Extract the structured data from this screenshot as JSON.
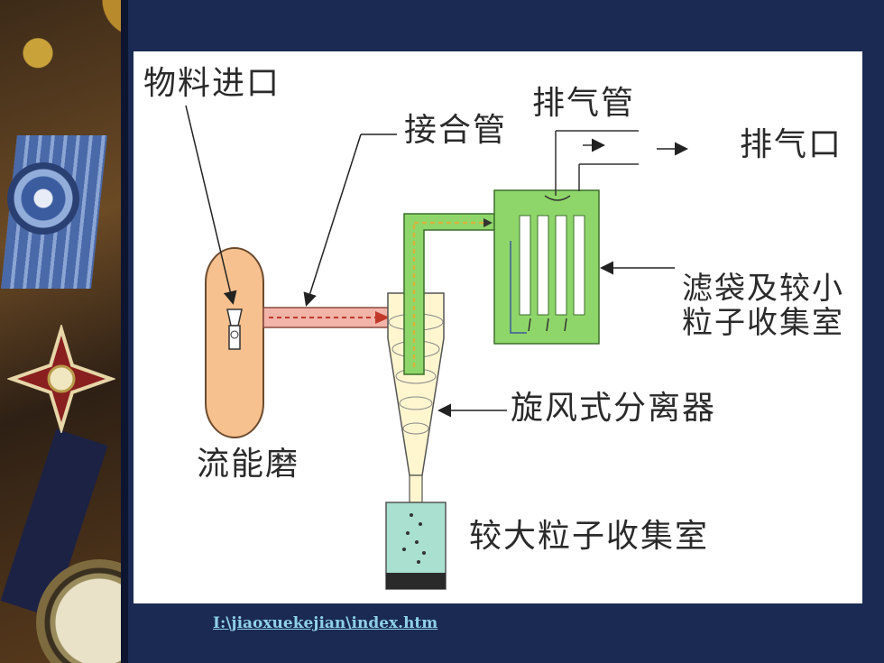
{
  "labels": {
    "material_inlet": "物料进口",
    "joint_pipe": "接合管",
    "exhaust_pipe": "排气管",
    "exhaust_port": "排气口",
    "filter_chamber": "滤袋及较小粒子收集室",
    "cyclone": "旋风式分离器",
    "jet_mill": "流能磨",
    "large_particle_chamber": "较大粒子收集室"
  },
  "footer": {
    "link": "I:\\jiaoxuekejian\\index.htm"
  },
  "colors": {
    "background": "#1a2a52",
    "mill": "#f6c18e",
    "pipe": "#f2b4a8",
    "cyclone": "#fff6cf",
    "filter": "#8fd66a",
    "collector": "#a9e0d0",
    "link": "#8fd0e8"
  }
}
